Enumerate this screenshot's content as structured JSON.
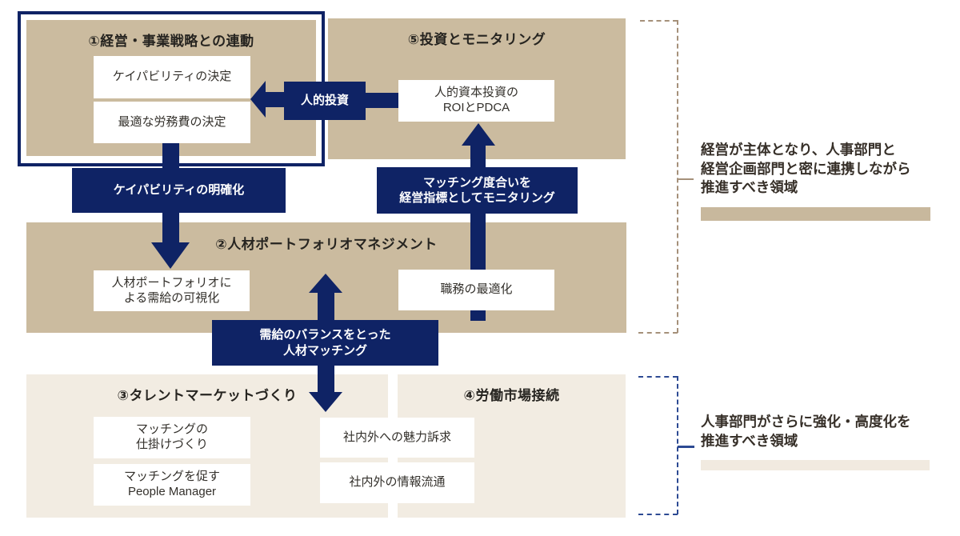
{
  "boxes": {
    "strategy": {
      "title": "①経営・事業戦略との連動",
      "items": [
        "ケイパビリティの決定",
        "最適な労務費の決定"
      ]
    },
    "investment": {
      "title": "⑤投資とモニタリング",
      "item": "人的資本投資の\nROIとPDCA"
    },
    "portfolio": {
      "title": "②人材ポートフォリオマネジメント",
      "item_left": "人材ポートフォリオに\nよる需給の可視化",
      "item_right": "職務の最適化"
    },
    "talent_market": {
      "title": "③タレントマーケットづくり",
      "items": [
        "マッチングの\n仕掛けづくり",
        "マッチングを促す\nPeople Manager"
      ]
    },
    "labor_market": {
      "title": "④労働市場接続"
    },
    "bridge_items": [
      "社内外への魅力訴求",
      "社内外の情報流通"
    ]
  },
  "flow_labels": {
    "human_investment": "人的投資",
    "capability_clarification": "ケイパビリティの明確化",
    "matching_monitoring": "マッチング度合いを\n経営指標としてモニタリング",
    "supply_demand_matching": "需給のバランスをとった\n人材マッチング"
  },
  "annotations": {
    "management_area": "経営が主体となり、人事部門と\n経営企画部門と密に連携しながら\n推進すべき領域",
    "hr_area": "人事部門がさらに強化・高度化を\n推進すべき領域"
  },
  "colors": {
    "navy": "#0f2365",
    "tan": "#cbbb9f",
    "light_tan": "#f2ece2",
    "bracket_brown": "#a5907a",
    "bracket_blue": "#2d4a93",
    "annotation_bar_tan": "#c8b89d",
    "annotation_bar_light": "#f1eae0"
  }
}
